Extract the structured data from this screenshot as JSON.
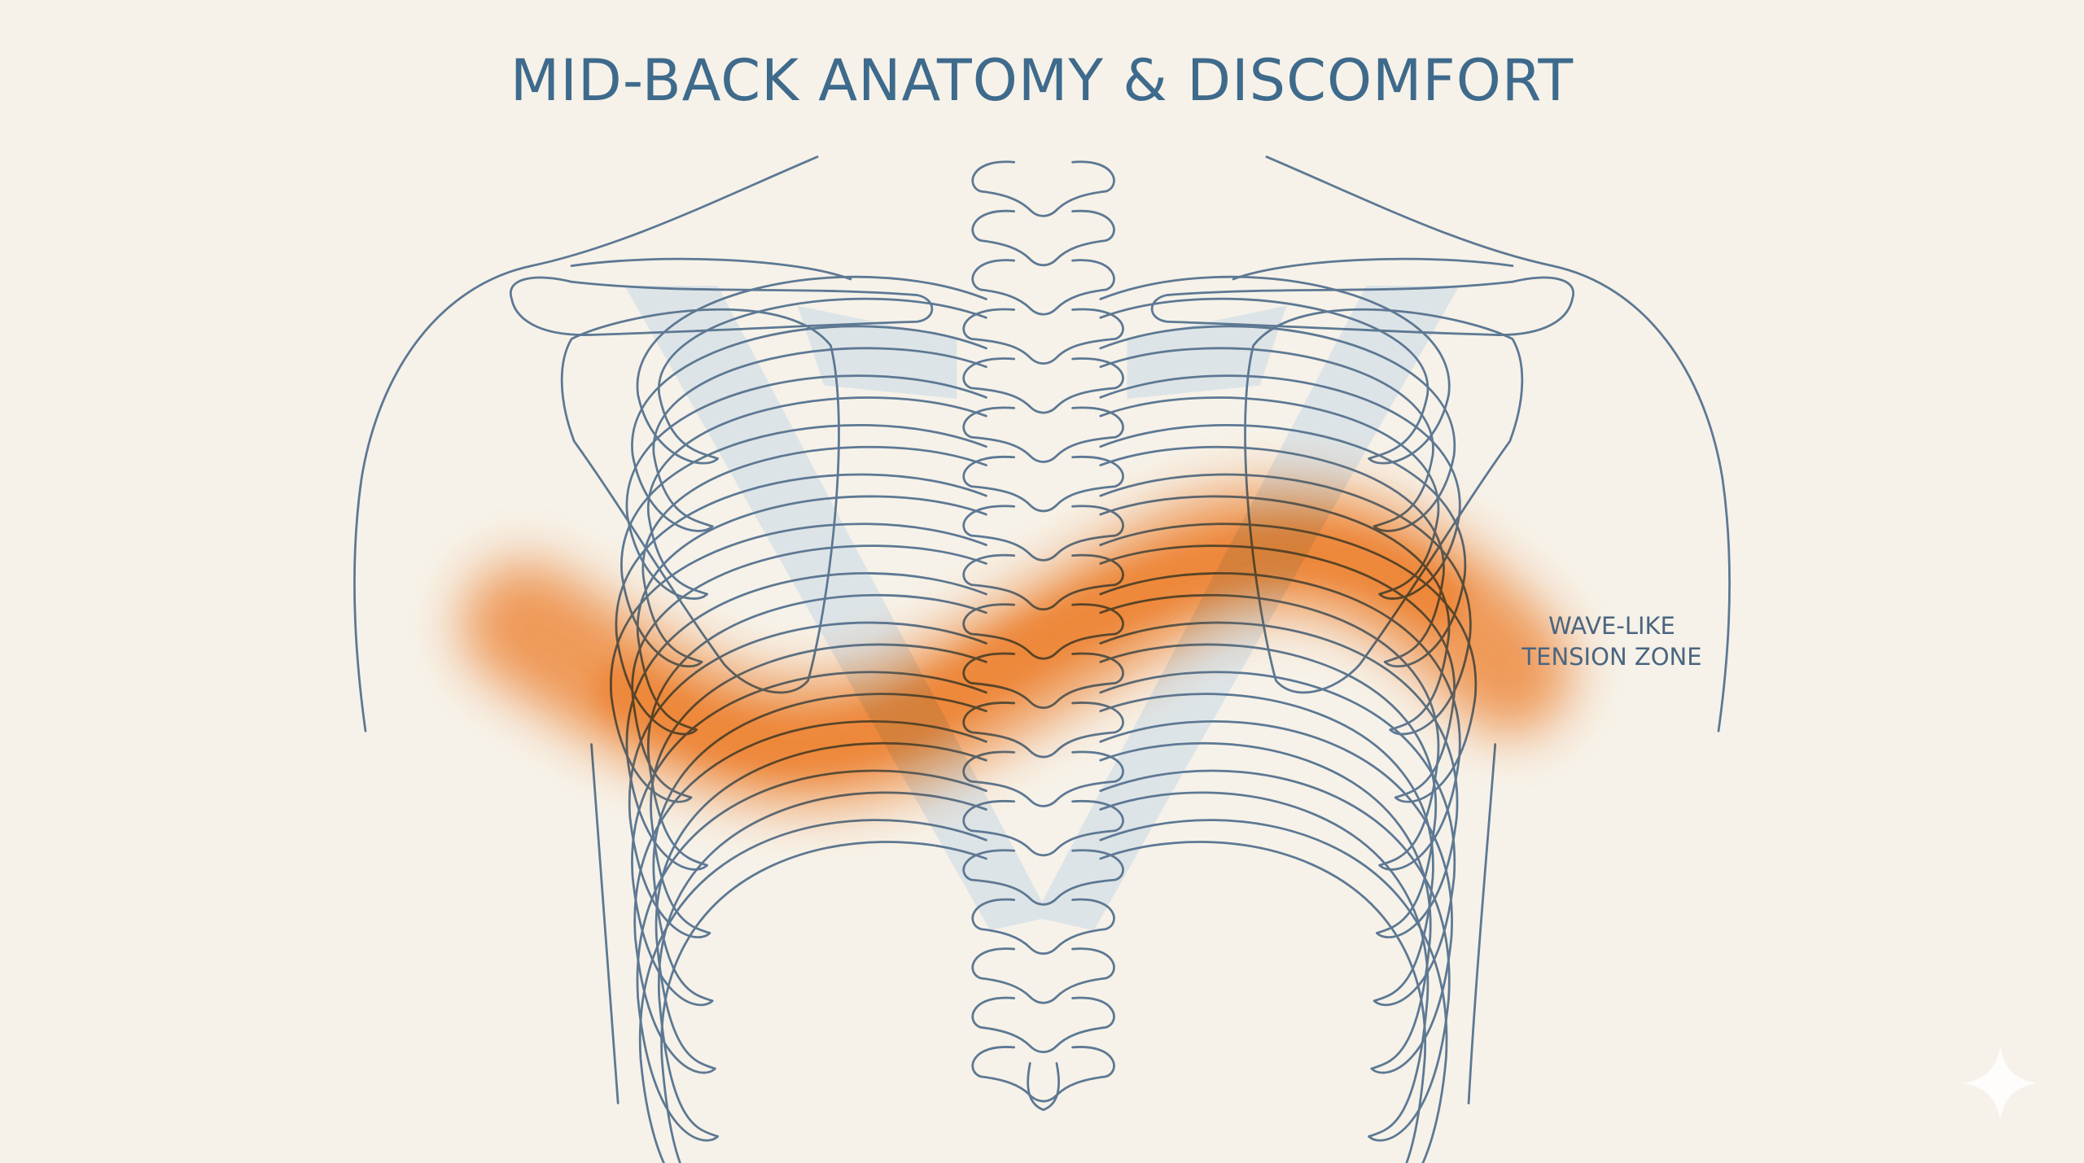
{
  "title": "MID-BACK ANATOMY & DISCOMFORT",
  "annotation": {
    "line1": "WAVE-LIKE",
    "line2": "TENSION ZONE"
  },
  "colors": {
    "background": "#f6f2e9",
    "line": "#5d7893",
    "title": "#3e6a8c",
    "tension": "#f5822a",
    "muscle": "#c9d9e6"
  },
  "icons": [
    "sparkle-icon"
  ]
}
